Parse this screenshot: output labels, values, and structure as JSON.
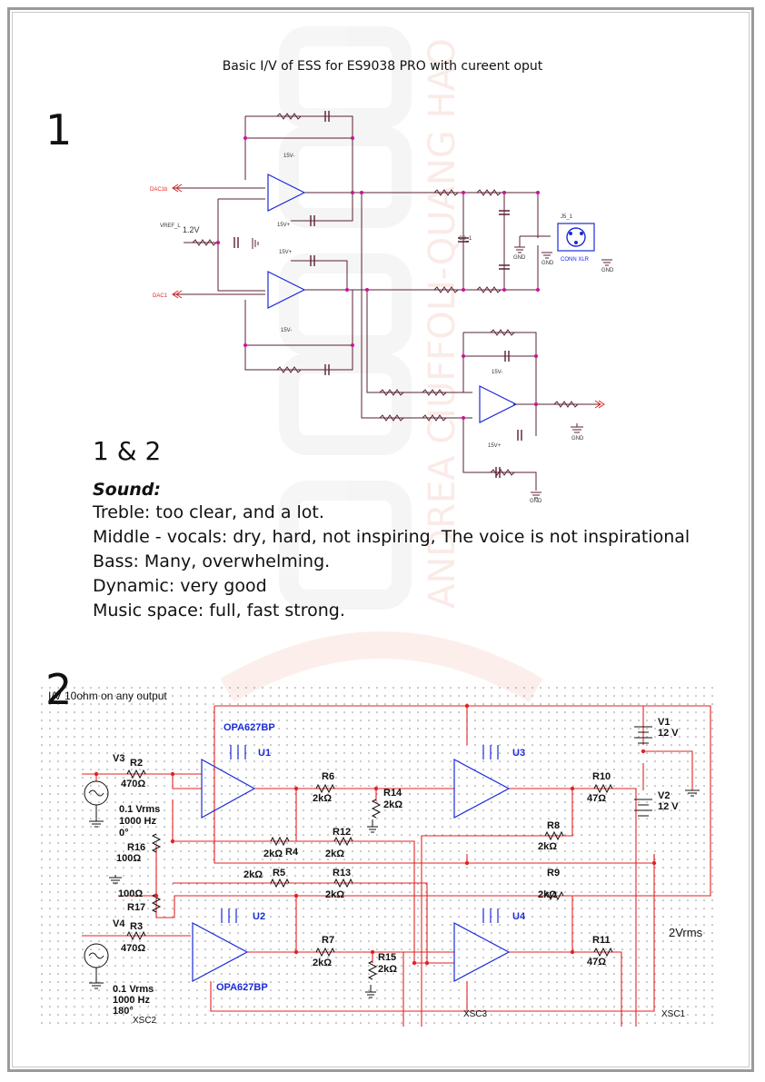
{
  "title": "Basic I/V of ESS for ES9038 PRO with cureent oput",
  "section1_number": "1",
  "section12_label": "1 & 2",
  "sound": {
    "heading": "Sound:",
    "lines": [
      "Treble: too clear, and a lot.",
      "Middle - vocals: dry, hard, not inspiring, The voice is not inspirational",
      "Bass: Many, overwhelming.",
      "Dynamic: very good",
      "Music space: full, fast strong."
    ]
  },
  "section2_number": "2",
  "section2_caption": "I/V 10ohm on any output",
  "watermark": "ANDREA CIUFFOLI-QUANG HAO",
  "schematic1": {
    "nets": [
      "DAC1b",
      "DAC1",
      "VREF_L",
      "1.2V",
      "15V-",
      "15V+",
      "C3_1",
      "J5_1",
      "CONN XLR",
      "GND"
    ]
  },
  "schematic2": {
    "opamps": [
      {
        "ref": "U1",
        "part": "OPA627BP"
      },
      {
        "ref": "U2",
        "part": "OPA627BP"
      },
      {
        "ref": "U3",
        "part": ""
      },
      {
        "ref": "U4",
        "part": ""
      }
    ],
    "sources": [
      {
        "ref": "V3",
        "amp": "0.1 Vrms",
        "freq": "1000 Hz",
        "phase": "0°"
      },
      {
        "ref": "V4",
        "amp": "0.1 Vrms",
        "freq": "1000 Hz",
        "phase": "180°"
      }
    ],
    "supplies": [
      {
        "ref": "V1",
        "value": "12 V"
      },
      {
        "ref": "V2",
        "value": "12 V"
      }
    ],
    "resistors": [
      {
        "ref": "R2",
        "value": "470Ω"
      },
      {
        "ref": "R3",
        "value": "470Ω"
      },
      {
        "ref": "R4",
        "value": "2kΩ"
      },
      {
        "ref": "R5",
        "value": "2kΩ"
      },
      {
        "ref": "R6",
        "value": "2kΩ"
      },
      {
        "ref": "R7",
        "value": "2kΩ"
      },
      {
        "ref": "R8",
        "value": "2kΩ"
      },
      {
        "ref": "R9",
        "value": "2kΩ"
      },
      {
        "ref": "R10",
        "value": "47Ω"
      },
      {
        "ref": "R11",
        "value": "47Ω"
      },
      {
        "ref": "R12",
        "value": "2kΩ"
      },
      {
        "ref": "R13",
        "value": "2kΩ"
      },
      {
        "ref": "R14",
        "value": "2kΩ"
      },
      {
        "ref": "R15",
        "value": "2kΩ"
      },
      {
        "ref": "R16",
        "value": "100Ω"
      },
      {
        "ref": "R17",
        "value": "100Ω"
      }
    ],
    "scopes": [
      "XSC1",
      "XSC2",
      "XSC3"
    ],
    "output_label": "2Vrms"
  },
  "colors": {
    "wire_red": "#e32222",
    "part_blue": "#1a2bd8",
    "node_magenta": "#cc1199",
    "wire_dark": "#5a2030"
  }
}
